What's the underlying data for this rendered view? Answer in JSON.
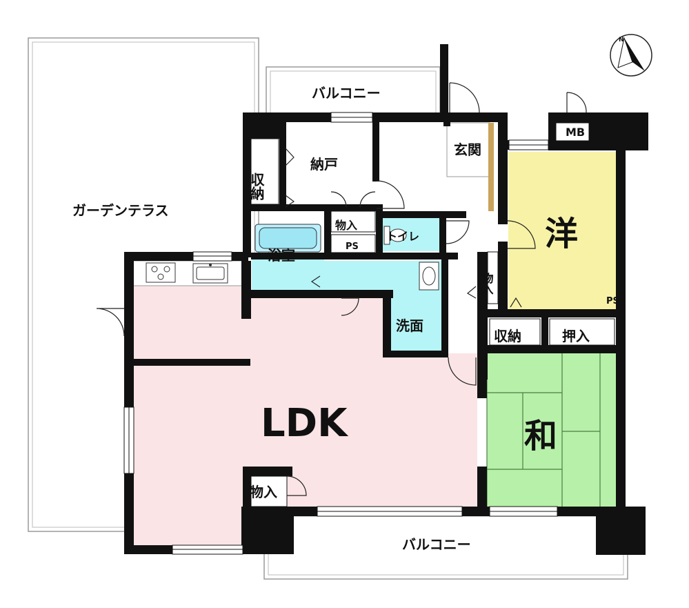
{
  "labels": {
    "garden_terrace": "ガーデンテラス",
    "balcony_top": "バルコニー",
    "balcony_bottom": "バルコニー",
    "storage_room": "納戸",
    "entrance": "玄関",
    "mb": "MB",
    "western_room": "洋",
    "closet_left": "収納",
    "closet_store_top": "物入",
    "ps_top": "PS",
    "toilet": "トイレ",
    "bathroom": "浴室",
    "washroom": "洗面",
    "closet_store_right": "物入",
    "ps_right": "PS",
    "closet_right": "収納",
    "oshiire": "押入",
    "ldk": "LDK",
    "japanese_room": "和",
    "closet_store_ldk": "物入"
  },
  "colors": {
    "wall": "#111111",
    "ldk_floor": "#fbe4e6",
    "western_floor": "#f7f2a6",
    "japanese_floor": "#b7f1a9",
    "wet_floor": "#b6f5f7",
    "entrance_floor": "#c9a35c",
    "outline": "#9a9a9a"
  },
  "icons": [
    "compass-icon",
    "stove-icon",
    "sink-icon",
    "bathtub-icon",
    "toilet-icon",
    "wash-basin-icon"
  ]
}
